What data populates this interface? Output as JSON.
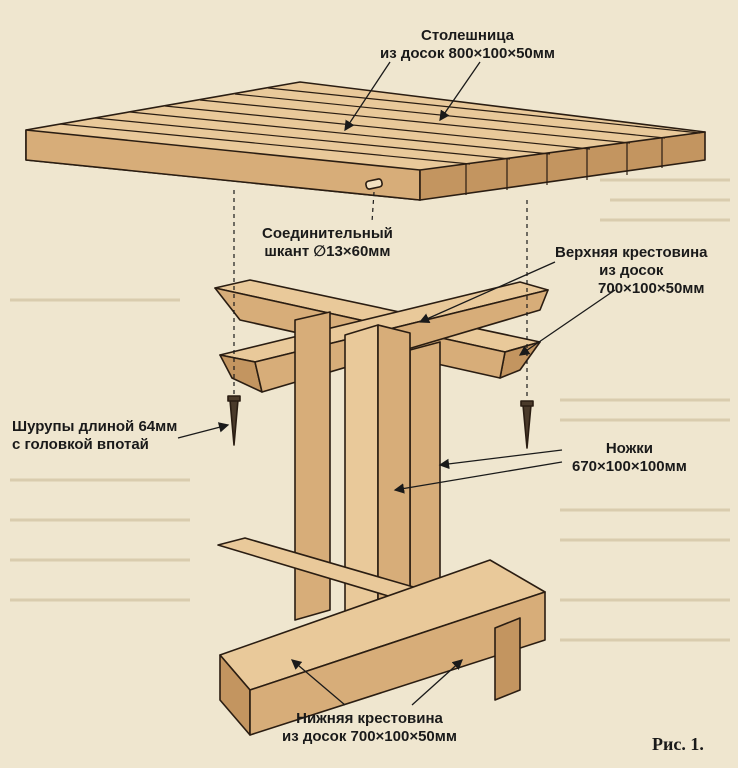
{
  "labels": {
    "tabletop": [
      "Столешница",
      "из досок 800×100×50мм"
    ],
    "dowel": [
      "Соединительный",
      "шкант ∅13×60мм"
    ],
    "upper_cross": [
      "Верхняя крестовина",
      "из досок",
      "700×100×50мм"
    ],
    "screws": [
      "Шурупы длиной 64мм",
      "с головкой впотай"
    ],
    "legs": [
      "Ножки",
      "670×100×100мм"
    ],
    "lower_cross": [
      "Нижняя крестовина",
      "из досок 700×100×50мм"
    ],
    "figure": "Рис. 1."
  },
  "colors": {
    "wood_top": "#e9c99a",
    "wood_side": "#d7ad79",
    "wood_dark": "#c39560",
    "ink": "#2a1d12",
    "paper": "#efe6cf"
  },
  "icons": [
    "screw-icon",
    "dowel-icon"
  ]
}
